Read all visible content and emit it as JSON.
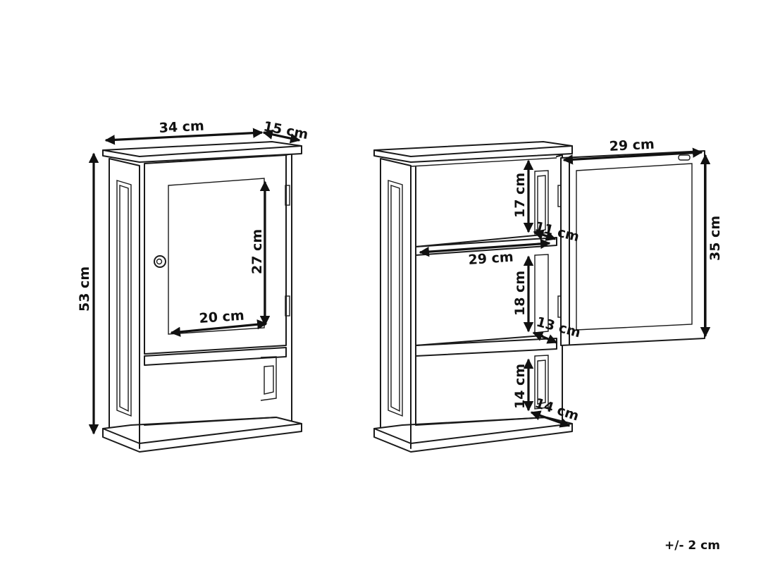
{
  "closed_cabinet": {
    "width_label": "34 cm",
    "depth_label": "15 cm",
    "height_label": "53 cm",
    "mirror_height_label": "27 cm",
    "mirror_width_label": "20 cm"
  },
  "open_cabinet": {
    "door_width_label": "29 cm",
    "door_height_label": "35 cm",
    "upper_compartment_height_label": "17 cm",
    "shelf_width_label": "29 cm",
    "upper_shelf_depth_label": "11 cm",
    "middle_compartment_height_label": "18 cm",
    "middle_shelf_depth_label": "13 cm",
    "lower_compartment_height_label": "14 cm",
    "bottom_depth_label": "14 cm"
  },
  "tolerance_note": "+/- 2 cm"
}
